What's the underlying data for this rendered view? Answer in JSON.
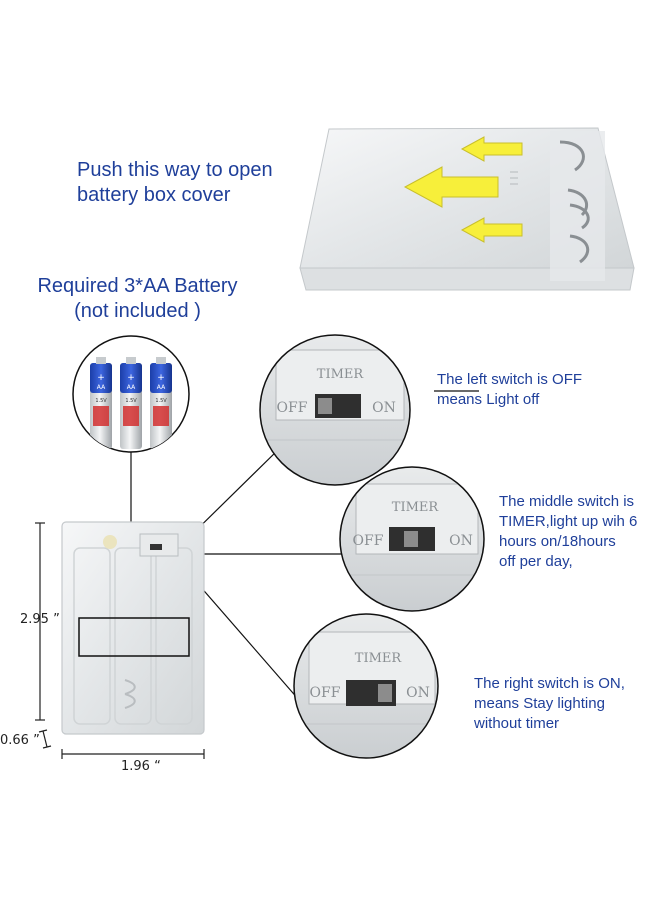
{
  "headline_cover": {
    "line1": "Push this way to open",
    "line2": "battery box cover"
  },
  "headline_battery": {
    "line1": "Required 3*AA Battery",
    "line2": "(not included )"
  },
  "battery_labels": {
    "type": "AA",
    "voltage": "1.5V"
  },
  "switch_label": {
    "timer": "TIMER",
    "off": "OFF",
    "on": "ON"
  },
  "captions": {
    "off": {
      "line1": "The left switch is OFF",
      "line2": "means Light off"
    },
    "timer": {
      "line1": "The middle switch is",
      "line2": "TIMER,light up wih 6",
      "line3": "hours on/18hours",
      "line4": "off per day,"
    },
    "on": {
      "line1": "The right switch is ON,",
      "line2": "means Stay lighting",
      "line3": "without timer"
    }
  },
  "dimensions": {
    "height": "2.95 ”",
    "depth": "0.66 ”",
    "width": "1.96 “"
  },
  "colors": {
    "text_blue": "#1f3f9a",
    "arrow_yellow": "#f7ef3a",
    "battery_blue": "#2a4fc8"
  }
}
